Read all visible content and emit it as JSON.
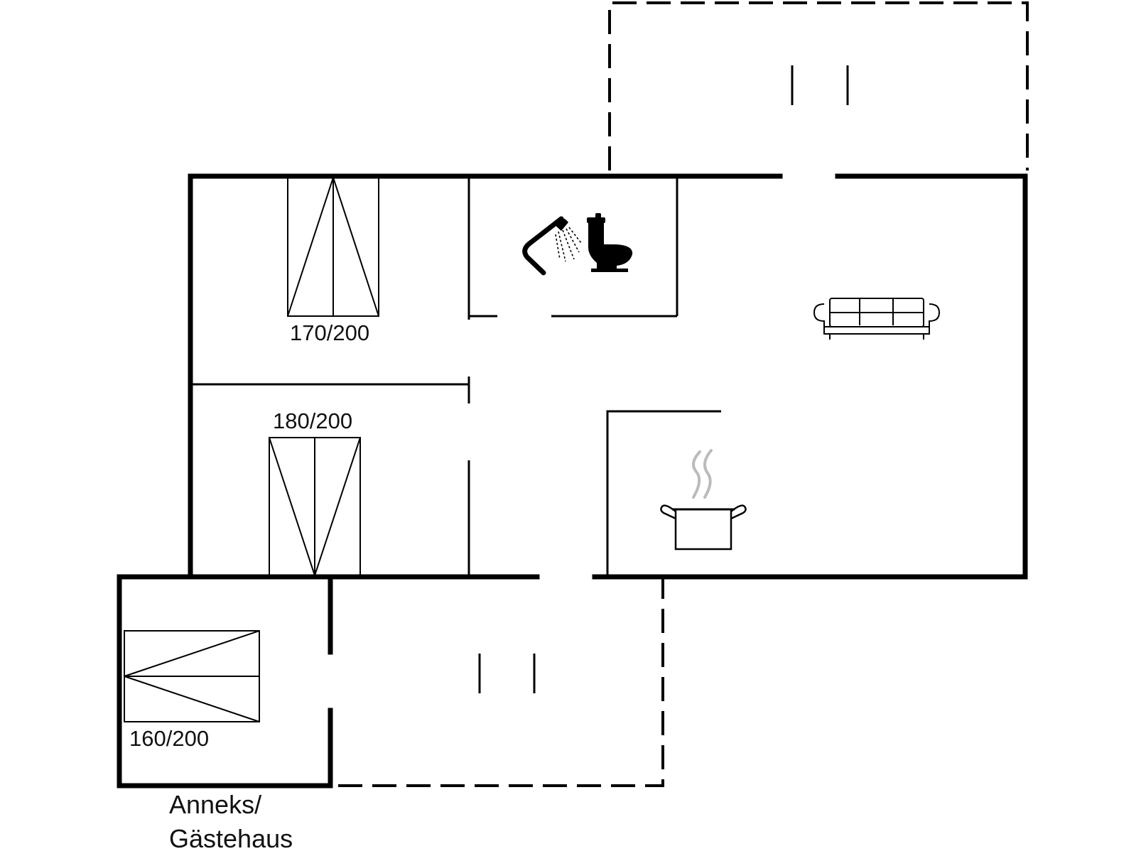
{
  "beds": {
    "bed_1": "170/200",
    "bed_2": "180/200",
    "bed_3": "160/200"
  },
  "annex": {
    "line_1": "Anneks/",
    "line_2": "Gästehaus"
  },
  "icons": [
    "shower-icon",
    "toilet-icon",
    "sofa-icon",
    "cooking-pot-icon"
  ]
}
